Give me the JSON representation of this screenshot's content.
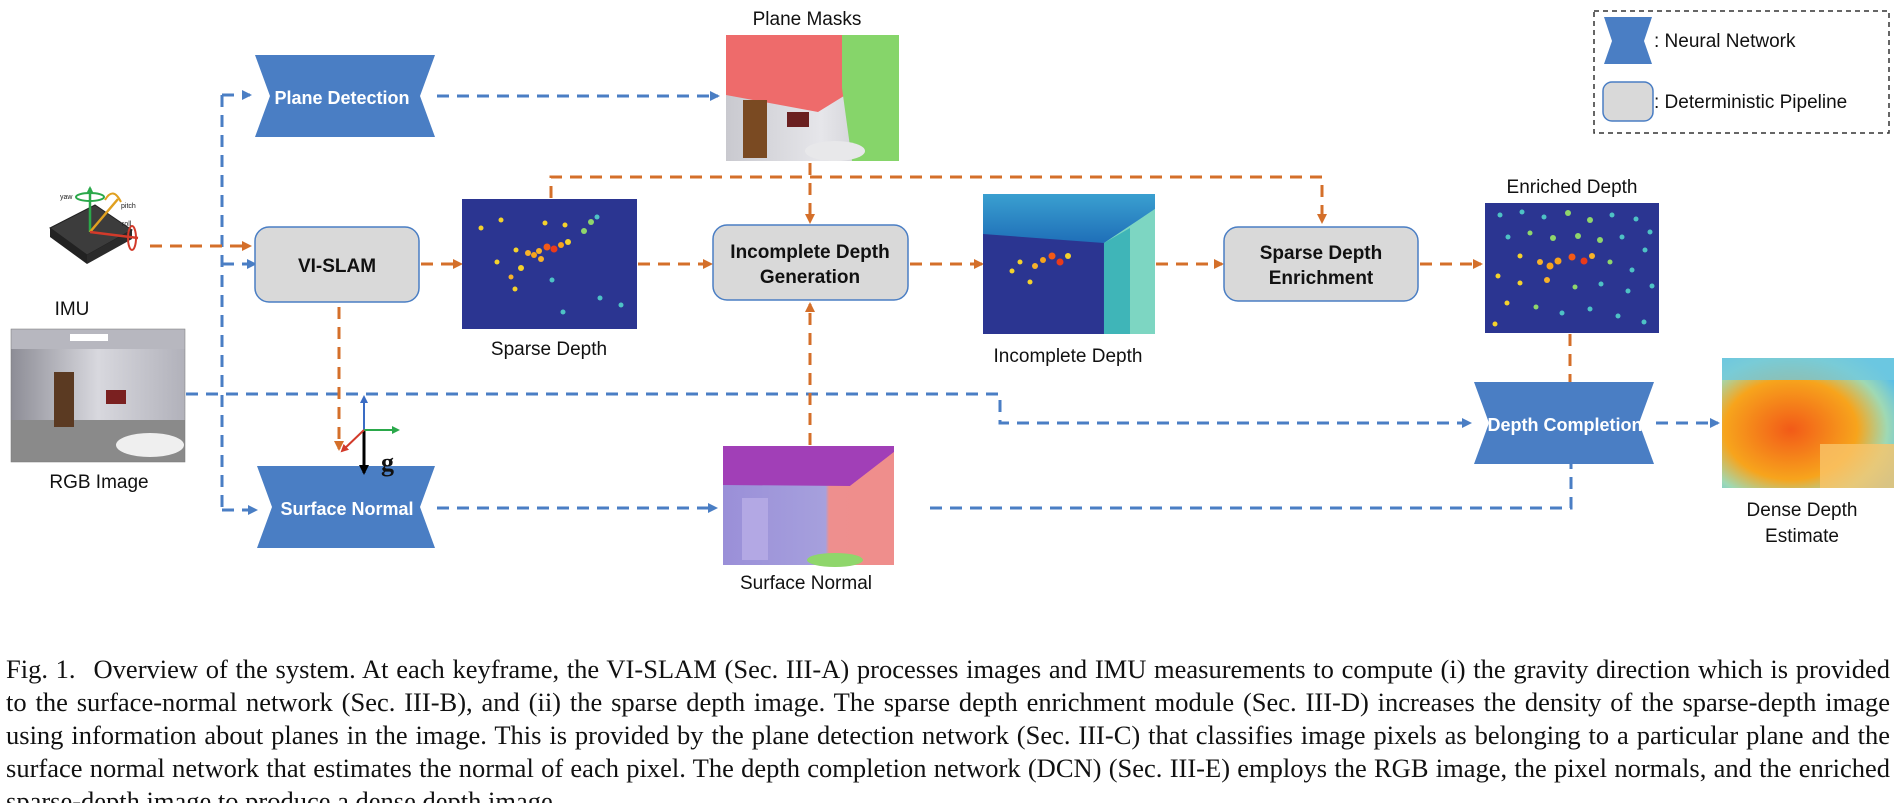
{
  "legend": {
    "neural_network": ": Neural Network",
    "deterministic_pipeline": ": Deterministic Pipeline"
  },
  "inputs": {
    "imu": "IMU",
    "rgb_image": "RGB Image",
    "imu_axes": [
      "yaw",
      "pitch",
      "roll"
    ]
  },
  "networks": {
    "plane_detection": "Plane Detection",
    "surface_normal": "Surface Normal",
    "depth_completion": "Depth Completion"
  },
  "pipelines": {
    "vi_slam": "VI-SLAM",
    "incomplete_depth_generation": [
      "Incomplete Depth",
      "Generation"
    ],
    "sparse_depth_enrichment": [
      "Sparse Depth",
      "Enrichment"
    ]
  },
  "image_labels": {
    "plane_masks": "Plane Masks",
    "sparse_depth": "Sparse Depth",
    "incomplete_depth": "Incomplete Depth",
    "enriched_depth": "Enriched Depth",
    "surface_normal": "Surface Normal",
    "dense_depth": [
      "Dense Depth",
      "Estimate"
    ]
  },
  "gravity_label": "g",
  "colors": {
    "network_blue": "#4a7ec4",
    "pipeline_fill": "#d9d9d9",
    "pipeline_border": "#4a7ec4",
    "arrow_orange": "#d46f2a",
    "arrow_blue": "#4a7ec4",
    "depth_navy": "#2b3591"
  },
  "caption": {
    "label": "Fig. 1.",
    "text": "Overview of the system. At each keyframe, the VI-SLAM (Sec. III-A) processes images and IMU measurements to compute (i) the gravity direction which is provided to the surface-normal network (Sec. III-B), and (ii) the sparse depth image. The sparse depth enrichment module (Sec. III-D) increases the density of the sparse-depth image using information about planes in the image. This is provided by the plane detection network (Sec. III-C) that classifies image pixels as belonging to a particular plane and the surface normal network that estimates the normal of each pixel. The depth completion network (DCN) (Sec. III-E) employs the RGB image, the pixel normals, and the enriched sparse-depth image to produce a dense depth image."
  }
}
